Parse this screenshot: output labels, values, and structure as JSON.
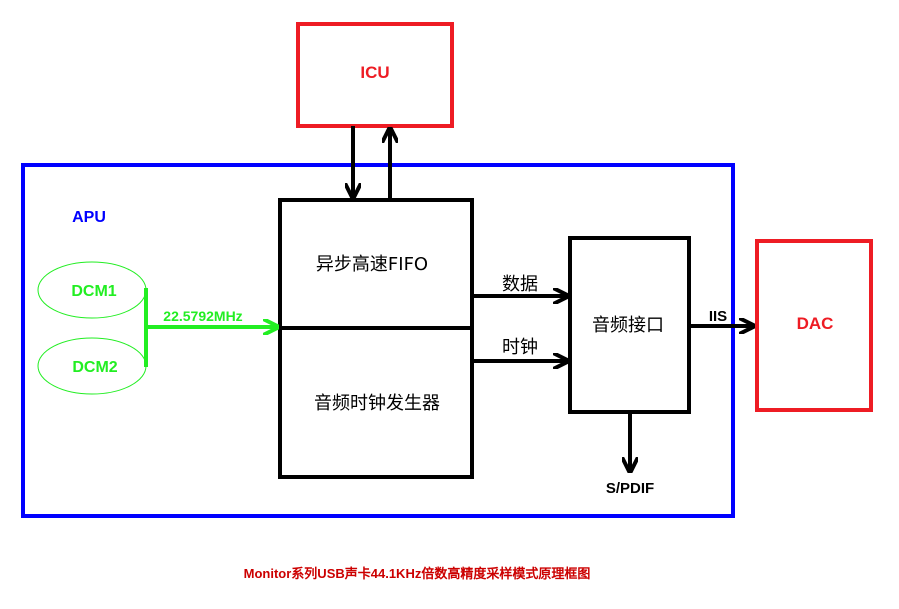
{
  "blocks": {
    "icu": "ICU",
    "apu": "APU",
    "fifo": "异步高速FIFO",
    "clock_gen": "音频时钟发生器",
    "audio_interface": "音频接口",
    "dac": "DAC",
    "dcm1": "DCM1",
    "dcm2": "DCM2"
  },
  "signals": {
    "frequency": "22.5792MHz",
    "data": "数据",
    "clock": "时钟",
    "iis": "IIS",
    "spdif": "S/PDIF"
  },
  "caption": "Monitor系列USB声卡44.1KHz倍数高精度采样模式原理框图",
  "colors": {
    "red": "#ee1c24",
    "blue": "#0000ff",
    "green": "#22ee22",
    "black": "#000000",
    "caption": "#cc0000"
  }
}
